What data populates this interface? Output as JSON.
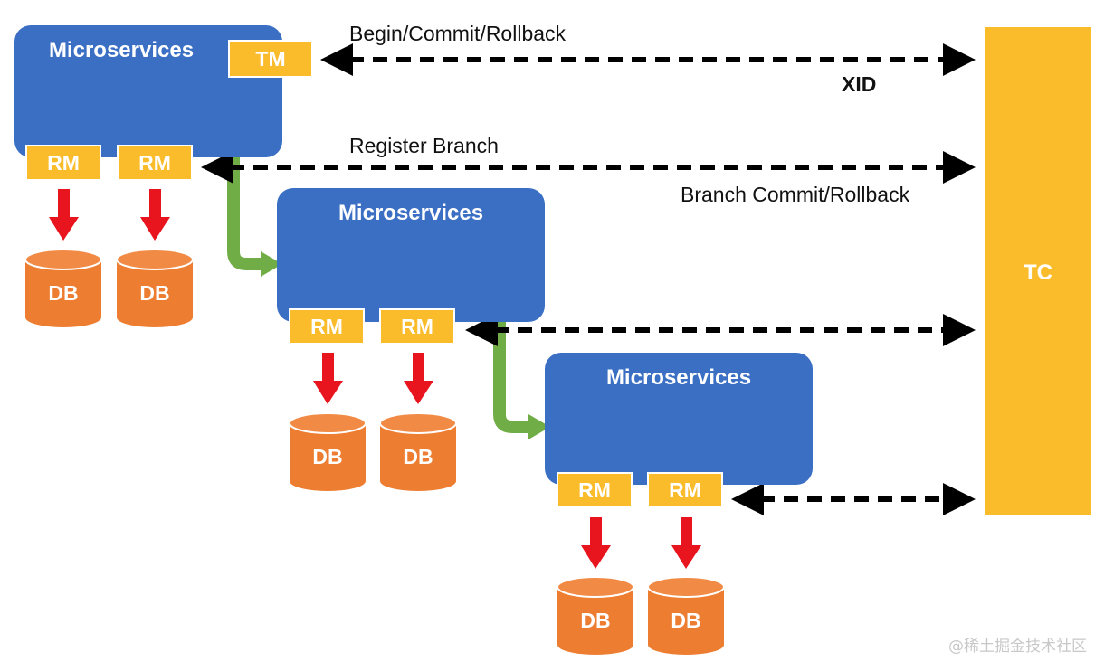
{
  "diagram": {
    "tc_label": "TC",
    "tm_label": "TM",
    "rm_label": "RM",
    "db_label": "DB",
    "microservices_label": "Microservices",
    "arrow_labels": {
      "begin_commit_rollback": "Begin/Commit/Rollback",
      "xid": "XID",
      "register_branch": "Register Branch",
      "branch_commit_rollback": "Branch Commit/Rollback"
    },
    "watermark": "@稀土掘金技术社区"
  },
  "colors": {
    "microservice_fill": "#3a6fc4",
    "component_fill": "#fbbc2c",
    "db_fill": "#ed7d31",
    "db_arrow": "#e8141e",
    "flow_arrow": "#70ad47",
    "dashed_arrow": "#000000"
  }
}
